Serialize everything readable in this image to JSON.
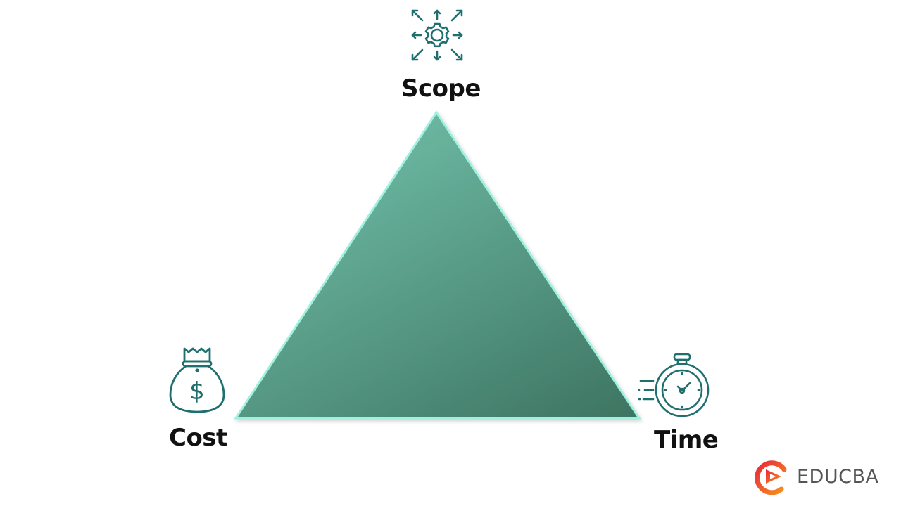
{
  "diagram": {
    "type": "project-management-triangle",
    "vertices": {
      "top": {
        "label": "Scope",
        "icon": "gear-arrows-icon"
      },
      "bottom_left": {
        "label": "Cost",
        "icon": "money-bag-icon"
      },
      "bottom_right": {
        "label": "Time",
        "icon": "stopwatch-icon"
      }
    },
    "colors": {
      "triangle_light": "#6cb8a2",
      "triangle_dark": "#3e7663",
      "triangle_border": "#9ef0df",
      "icon_color": "#1f6f6f",
      "label_color": "#111111"
    }
  },
  "brand": {
    "name": "EDUCBA",
    "logo_colors": [
      "#e8273a",
      "#f7931e"
    ]
  }
}
